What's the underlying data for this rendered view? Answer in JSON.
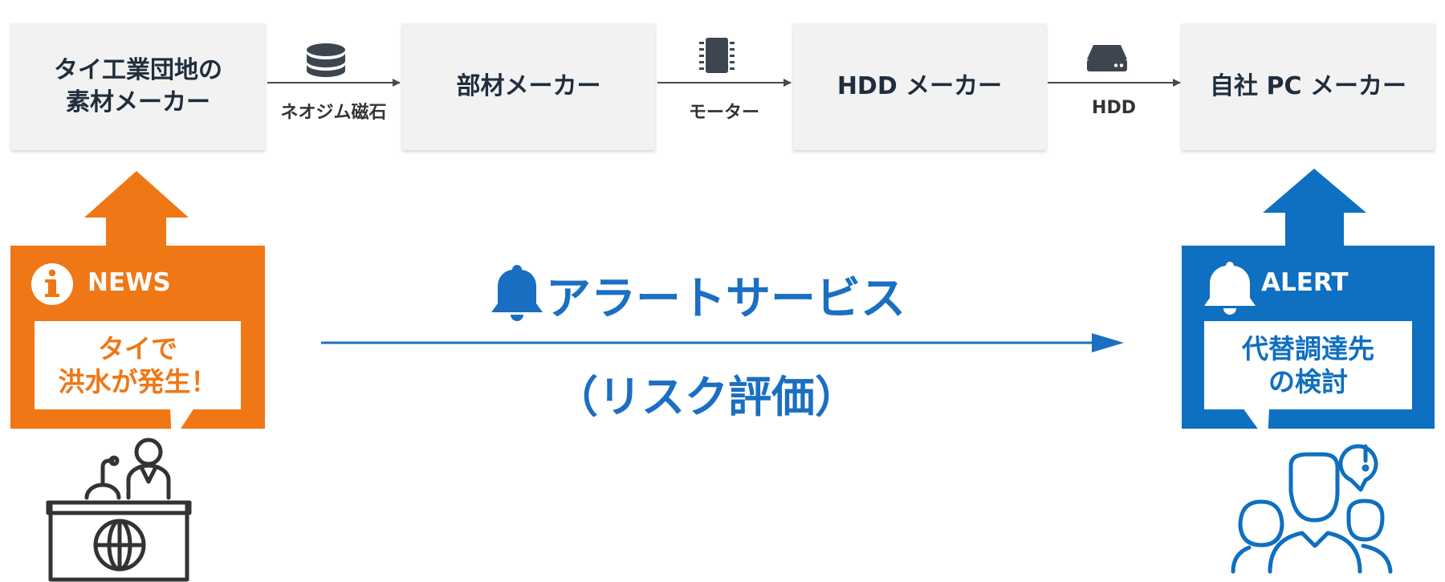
{
  "supply_chain": {
    "nodes": [
      {
        "label": "タイ工業団地の\n素材メーカー"
      },
      {
        "label": "部材メーカー"
      },
      {
        "label": "HDD メーカー"
      },
      {
        "label": "自社 PC メーカー"
      }
    ],
    "links": [
      {
        "label": "ネオジム磁石",
        "icon": "database-icon"
      },
      {
        "label": "モーター",
        "icon": "chip-icon"
      },
      {
        "label": "HDD",
        "icon": "hard-drive-icon"
      }
    ]
  },
  "news_panel": {
    "title": "NEWS",
    "message": "タイで\n洪水が発生！",
    "icon": "info-icon",
    "color": "#f07715"
  },
  "alert_panel": {
    "title": "ALERT",
    "message": "代替調達先\nの検討",
    "icon": "bell-icon",
    "color": "#0f6fc0"
  },
  "service": {
    "title": "アラートサービス",
    "subtitle": "（リスク評価）",
    "icon": "bell-icon",
    "color": "#1a6fc2"
  }
}
